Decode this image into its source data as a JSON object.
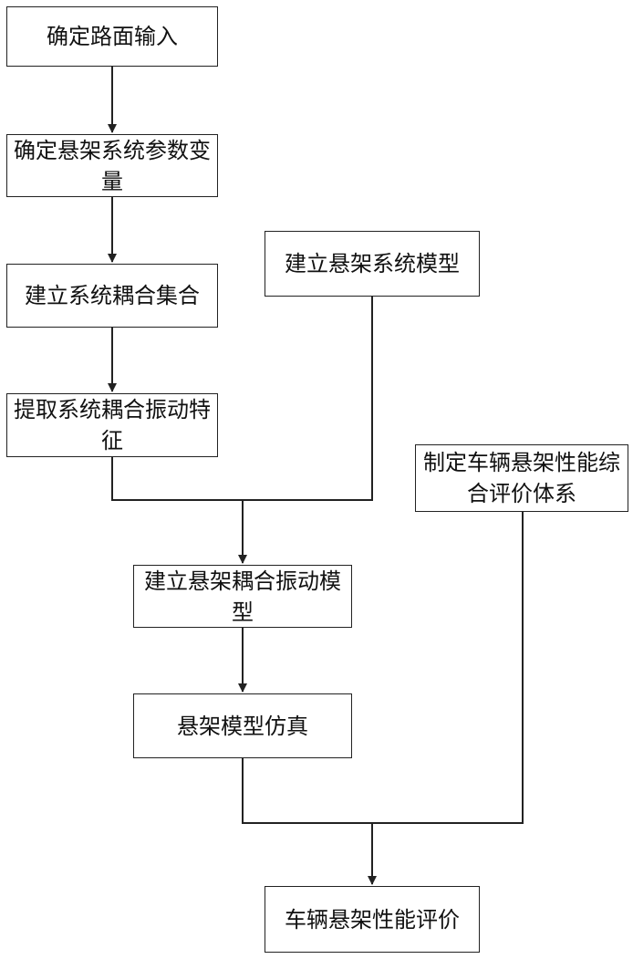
{
  "nodes": {
    "road_input": "确定路面输入",
    "suspension_params": "确定悬架系统参数变量",
    "coupling_set": "建立系统耦合集合",
    "vibration_features": "提取系统耦合振动特征",
    "suspension_system_model": "建立悬架系统模型",
    "evaluation_system": "制定车辆悬架性能综合评价体系",
    "coupling_vibration_model": "建立悬架耦合振动模型",
    "model_simulation": "悬架模型仿真",
    "performance_evaluation": "车辆悬架性能评价"
  },
  "colors": {
    "line": "#222222",
    "border": "#222222",
    "text": "#111111"
  }
}
